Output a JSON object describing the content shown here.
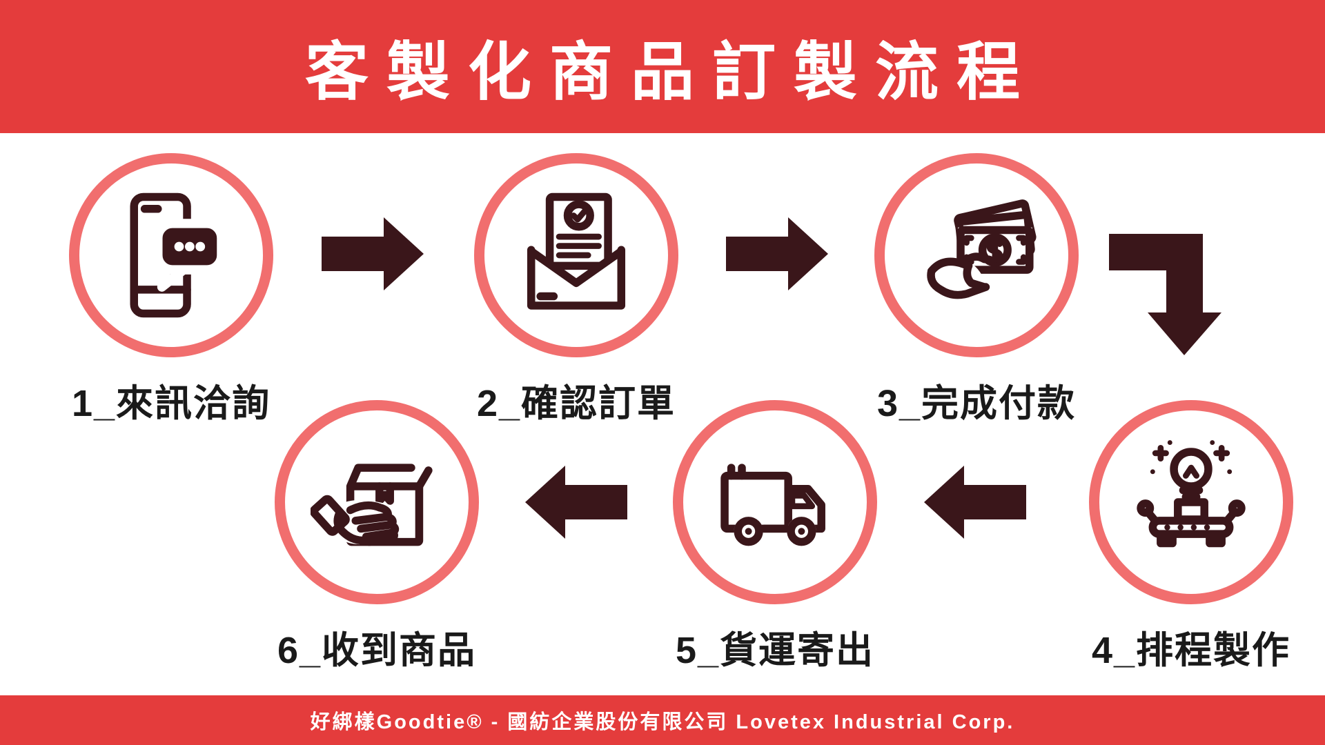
{
  "theme": {
    "header_red": "#e43c3c",
    "ring_pink": "#f16e6e",
    "icon_dark": "#3a161a",
    "label_color": "#1a1a1a",
    "bg": "#ffffff"
  },
  "header": {
    "title": "客製化商品訂製流程"
  },
  "footer": {
    "text": "好綁樣Goodtie® - 國紡企業股份有限公司 Lovetex Industrial Corp."
  },
  "steps": [
    {
      "label": "1_來訊洽詢",
      "icon": "phone-chat-icon"
    },
    {
      "label": "2_確認訂單",
      "icon": "order-confirm-icon"
    },
    {
      "label": "3_完成付款",
      "icon": "payment-icon"
    },
    {
      "label": "4_排程製作",
      "icon": "production-icon"
    },
    {
      "label": "5_貨運寄出",
      "icon": "shipping-truck-icon"
    },
    {
      "label": "6_收到商品",
      "icon": "receive-package-icon"
    }
  ],
  "connectors": [
    {
      "icon": "arrow-right-icon",
      "from": 1,
      "to": 2
    },
    {
      "icon": "arrow-right-icon",
      "from": 2,
      "to": 3
    },
    {
      "icon": "arrow-turn-down-icon",
      "from": 3,
      "to": 4
    },
    {
      "icon": "arrow-left-icon",
      "from": 4,
      "to": 5
    },
    {
      "icon": "arrow-left-icon",
      "from": 5,
      "to": 6
    }
  ]
}
